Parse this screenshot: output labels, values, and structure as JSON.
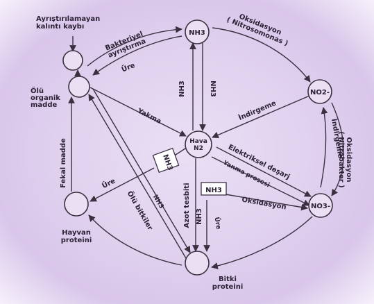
{
  "nodes": {
    "residue_label": "Ayrıştırılamayan\nkalıntı kaybı",
    "dead_organic": "Ölü\norganik\nmadde",
    "nh3": "NH3",
    "no2": "NO2-",
    "no3": "NO3-",
    "air_n2": "Hava\nN2",
    "animal_protein": "Hayvan\nproteini",
    "plant_protein": "Bitki\nproteini"
  },
  "labels": {
    "bacterial_decomposition": "Bakteriyel\nayrıştırma",
    "oxidation_nitrosomonas": "Oksidasyon\n( Nitrosomonas )",
    "oxidation_nitrobacter": "Oksidasyon\n( Nitrobakter )",
    "urea_top": "Üre",
    "burning": "Yakma",
    "reduction_center": "İndirgeme",
    "reduction_right": "İndirgeme",
    "nh3_vertical_left": "NH3",
    "nh3_vertical_right": "NH3",
    "electric_discharge": "Elektriksel deşarj",
    "combustion_process": "Yanma prosesi",
    "oxidation_lower": "Oksidasyon",
    "fecal_matter": "Fekal madde",
    "urea_left": "Üre",
    "nh3_box_left": "NH3",
    "nh3_box_right": "NH3",
    "dead_plants": "Ölü bitkiler",
    "nh3_diagonal": "NH3",
    "nitrogen_fixation": "Azot tesbiti",
    "nh3_plant": "NH3",
    "urea_plant": "Üre"
  }
}
